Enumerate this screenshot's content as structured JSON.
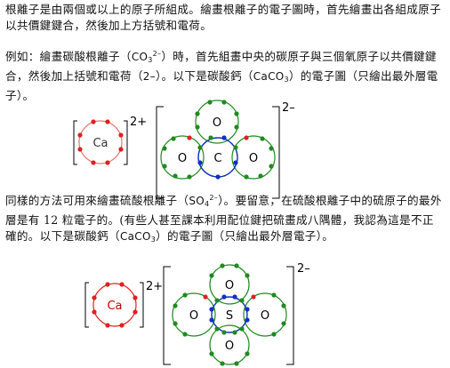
{
  "paragraph1": "根離子是由兩個或以上的原子所組成。繪畫根離子的電子圖時，首先繪畫出各組成原子以共價鍵鍵合，然後加上方括號和電荷。",
  "paragraph2": {
    "part1": "例如：繪畫碳酸根離子（",
    "ion_formula_base": "CO",
    "ion_formula_sub": "3",
    "ion_formula_sup": "2–",
    "part2": "）時，首先組畫中央的碳原子與三個氧原子以共價鍵鍵合，然後加上括號和電荷（",
    "charge_text": "2–",
    "part3": "）。以下是碳酸鈣（",
    "salt_base": "CaCO",
    "salt_sub": "3",
    "part4": "）的電子圖（只繪出最外層電子）。"
  },
  "paragraph3": {
    "part1": "同樣的方法可用來繪畫硫酸根離子（",
    "ion_formula_base": "SO",
    "ion_formula_sub": "4",
    "ion_formula_sup": "2–",
    "part2": "）。要留意，在硫酸根離子中的硫原子的最外層是有 12 粒電子的。(有些人甚至課本利用配位鍵把硫畫成八隅體，我認為這是不正確的。以下是碳酸鈣（",
    "salt_base": "CaCO",
    "salt_sub": "3",
    "part3": "）的電子圖（只繪出最外層電子）。"
  },
  "diagram1": {
    "cation_symbol": "Ca",
    "cation_charge": "2+",
    "center_symbol": "C",
    "outer_symbol": "O",
    "anion_charge": "2–"
  },
  "diagram2": {
    "cation_symbol": "Ca",
    "cation_charge": "2+",
    "center_symbol": "S",
    "outer_symbol": "O",
    "anion_charge": "2–"
  },
  "colors": {
    "calcium": "#e02020",
    "calcium_faded": "#f07070",
    "oxygen": "#1f8a1f",
    "center": "#1030c0",
    "text": "#111111"
  }
}
